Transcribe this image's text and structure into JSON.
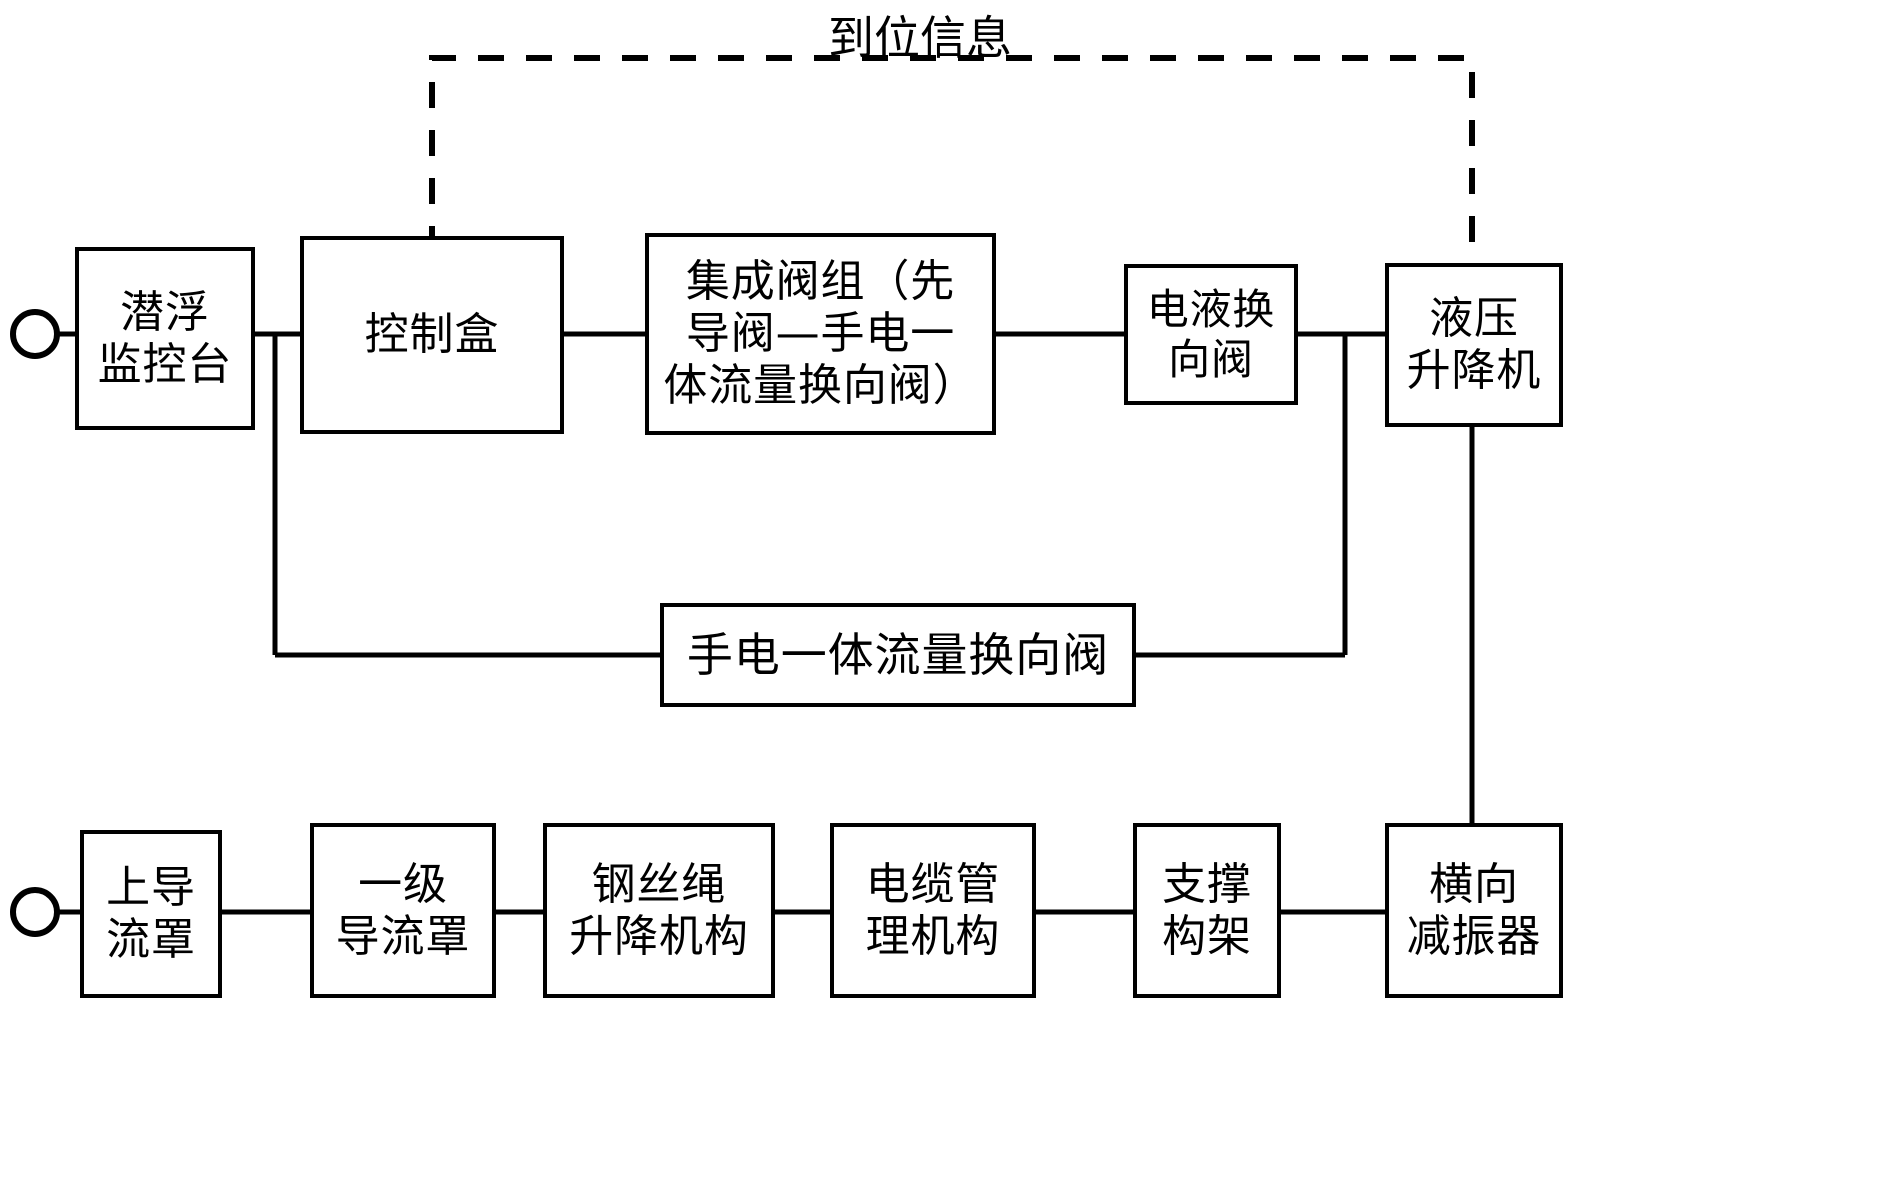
{
  "diagram": {
    "title_annotation": "到位信息",
    "background_color": "#ffffff",
    "line_color": "#000000",
    "nodes": {
      "submersion_console": "潜浮\n监控台",
      "control_box": "控制盒",
      "integrated_valve_group": "集成阀组（先\n导阀—手电一\n体流量换向阀）",
      "electro_hydraulic_valve": "电液换\n向阀",
      "hydraulic_lift": "液压\n升降机",
      "manual_electric_valve": "手电一体流量换向阀",
      "upper_fairing": "上导\n流罩",
      "primary_fairing": "一级\n导流罩",
      "wire_rope_lift_mechanism": "钢丝绳\n升降机构",
      "cable_management_mechanism": "电缆管\n理机构",
      "support_frame": "支撑\n构架",
      "lateral_damper": "横向\n减振器"
    },
    "terminals": {
      "top_terminal": "circle-terminal",
      "bottom_terminal": "circle-terminal"
    },
    "edges": [
      {
        "from": "top_terminal",
        "to": "submersion_console",
        "style": "solid"
      },
      {
        "from": "submersion_console",
        "to": "control_box",
        "style": "solid"
      },
      {
        "from": "control_box",
        "to": "integrated_valve_group",
        "style": "solid"
      },
      {
        "from": "integrated_valve_group",
        "to": "electro_hydraulic_valve",
        "style": "solid"
      },
      {
        "from": "electro_hydraulic_valve",
        "to": "hydraulic_lift",
        "style": "solid"
      },
      {
        "from": "hydraulic_lift",
        "to": "control_box",
        "style": "dashed",
        "label": "到位信息"
      },
      {
        "from": "submersion_console",
        "to": "manual_electric_valve",
        "style": "solid"
      },
      {
        "from": "manual_electric_valve",
        "to": "hydraulic_lift",
        "style": "solid"
      },
      {
        "from": "hydraulic_lift",
        "to": "lateral_damper",
        "style": "solid"
      },
      {
        "from": "bottom_terminal",
        "to": "upper_fairing",
        "style": "solid"
      },
      {
        "from": "upper_fairing",
        "to": "primary_fairing",
        "style": "solid"
      },
      {
        "from": "primary_fairing",
        "to": "wire_rope_lift_mechanism",
        "style": "solid"
      },
      {
        "from": "wire_rope_lift_mechanism",
        "to": "cable_management_mechanism",
        "style": "solid"
      },
      {
        "from": "cable_management_mechanism",
        "to": "support_frame",
        "style": "solid"
      },
      {
        "from": "support_frame",
        "to": "lateral_damper",
        "style": "solid"
      }
    ]
  }
}
